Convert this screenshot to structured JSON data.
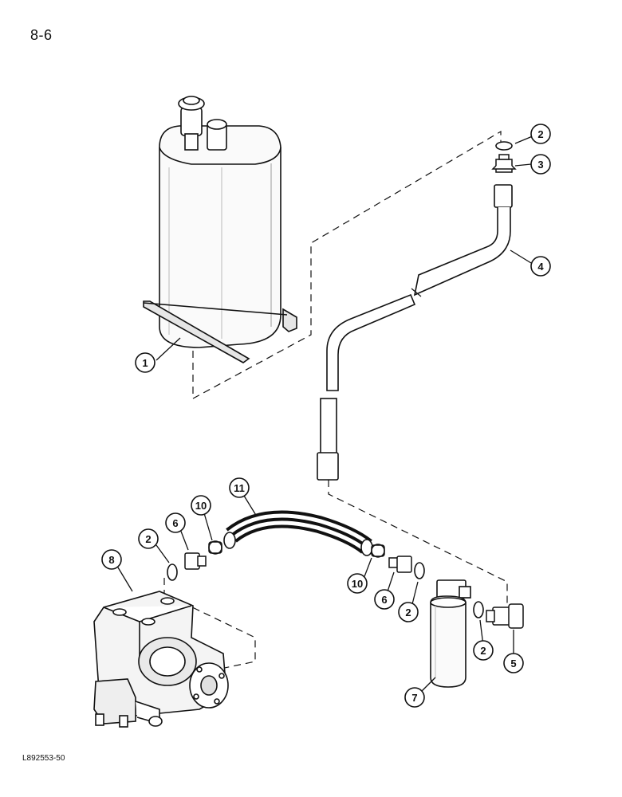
{
  "page": {
    "page_number": "8-6",
    "figure_code": "L892553-50"
  },
  "callouts": {
    "c1": "1",
    "c2a": "2",
    "c3": "3",
    "c4": "4",
    "c2b": "2",
    "c6a": "6",
    "c10a": "10",
    "c11": "11",
    "c8": "8",
    "c10b": "10",
    "c6b": "6",
    "c2c": "2",
    "c2d": "2",
    "c5": "5",
    "c7": "7"
  },
  "colors": {
    "ink": "#111111",
    "paper": "#ffffff",
    "shade": "#d9d9d9"
  }
}
